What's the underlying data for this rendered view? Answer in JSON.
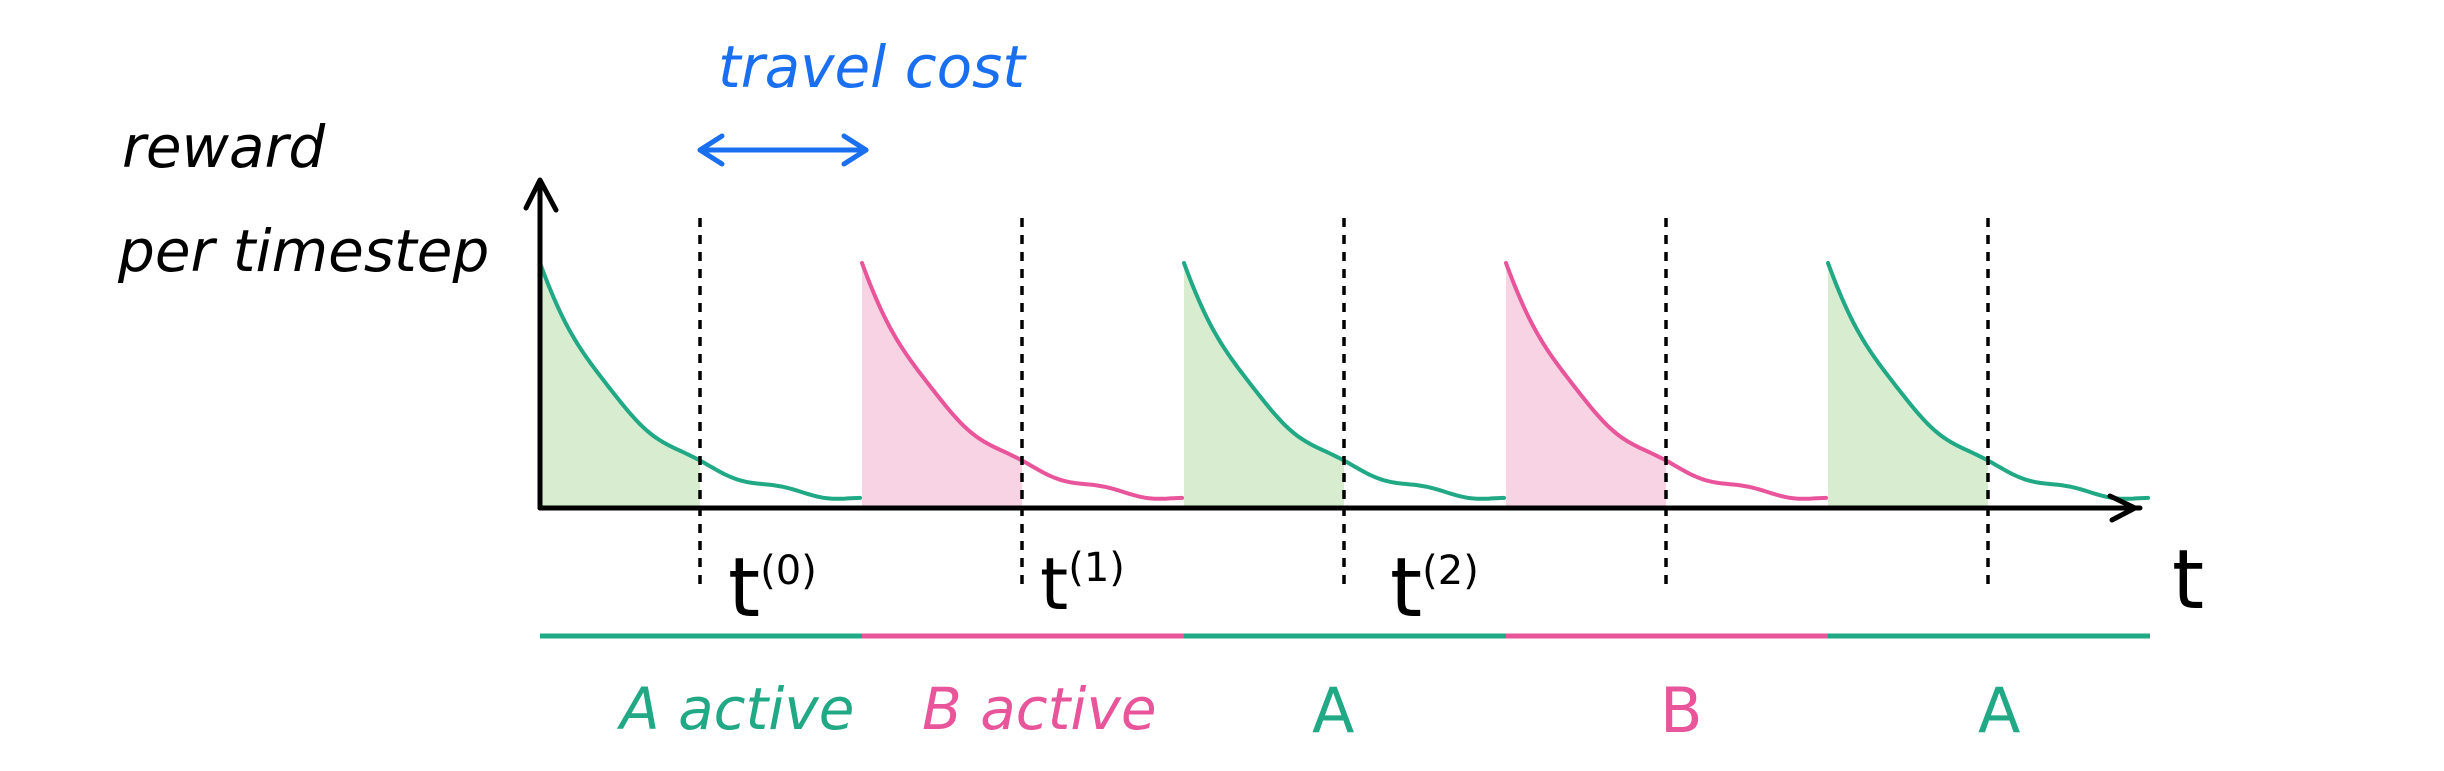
{
  "ylabel_line1": "reward",
  "ylabel_line2": "per timestep",
  "xlabel": "t",
  "travel_label": "travel cost",
  "t0": {
    "base": "t",
    "sup": "(0)"
  },
  "t1": {
    "base": "t",
    "sup": "(1)"
  },
  "t2": {
    "base": "t",
    "sup": "(2)"
  },
  "bar_labels": [
    "A active",
    "B active",
    "A",
    "B",
    "A"
  ],
  "colors": {
    "A_line": "#21a884",
    "A_fill": "#d8ecd0",
    "B_line": "#e8559a",
    "B_fill": "#f7d3e3",
    "travel": "#1a6ff0",
    "ink": "#000000"
  }
}
